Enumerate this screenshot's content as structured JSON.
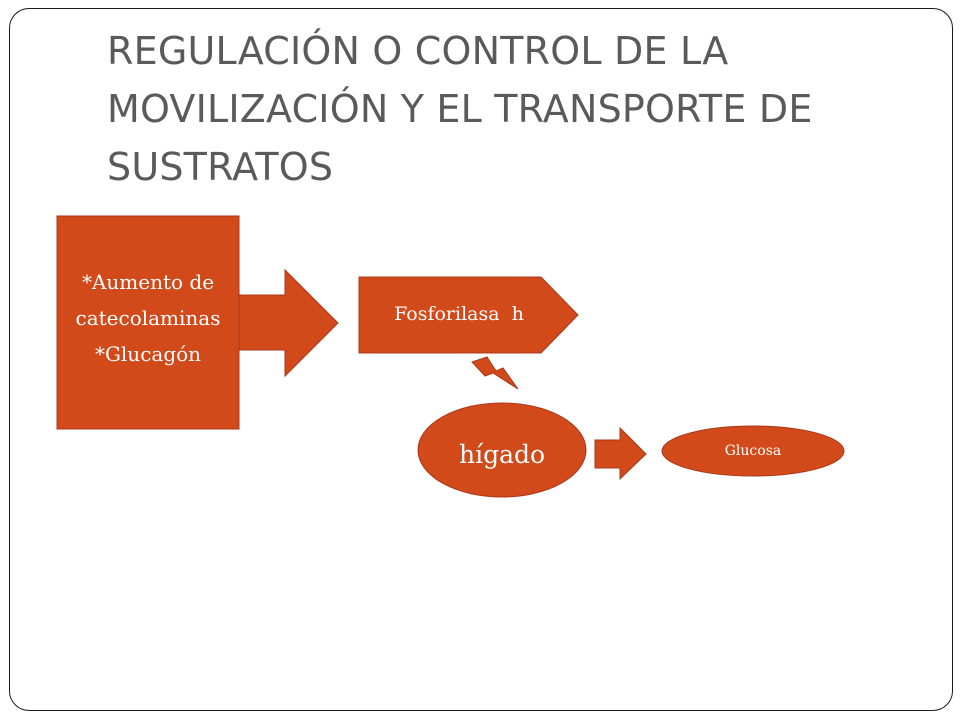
{
  "title": {
    "line1": "REGULACIÓN O CONTROL DE LA",
    "line2": "MOVILIZACIÓN Y EL TRANSPORTE DE",
    "line3": "SUSTRATOS"
  },
  "diagram": {
    "hormones_box": {
      "line1": "*Aumento de",
      "line2": "catecolaminas",
      "line3": "*Glucagón"
    },
    "enzyme_label": "Fosforilasa  h",
    "organ_label": "hígado",
    "product_label": "Glucosa"
  },
  "colors": {
    "shape_fill": "#D2491A",
    "shape_stroke": "#A8391A",
    "title_text": "#5A5A5A",
    "shape_text": "#FFFFFF"
  }
}
